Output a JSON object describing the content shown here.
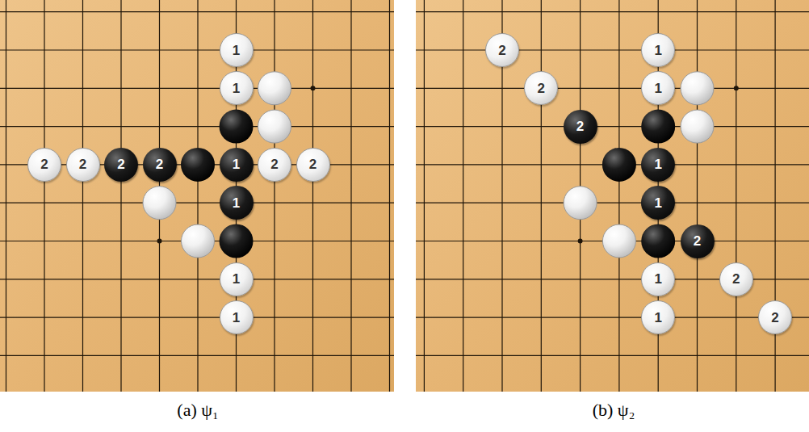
{
  "diagram": {
    "nodes": [
      {
        "text": [
          "1"
        ]
      },
      {
        "text": [
          "1"
        ]
      },
      {
        "text": [
          "2"
        ]
      },
      {
        "text": [
          "2"
        ]
      },
      {
        "text": [
          "2"
        ]
      },
      {
        "text": [
          "2"
        ]
      },
      {
        "text": [
          "1"
        ]
      },
      {
        "text": [
          "2"
        ]
      },
      {
        "text": [
          "2"
        ]
      },
      {
        "text": [
          "1"
        ]
      },
      {
        "text": [
          "1"
        ]
      },
      {
        "text": [
          "1"
        ]
      },
      {
        "text": [
          "2"
        ]
      },
      {
        "text": [
          "1"
        ]
      },
      {
        "text": [
          "2"
        ]
      },
      {
        "text": [
          "1"
        ]
      },
      {
        "text": [
          "2"
        ]
      },
      {
        "text": [
          "1"
        ]
      },
      {
        "text": [
          "1"
        ]
      },
      {
        "text": [
          "2"
        ]
      },
      {
        "text": [
          "1"
        ]
      },
      {
        "text": [
          "2"
        ]
      },
      {
        "text": [
          "1"
        ]
      },
      {
        "text": [
          "2"
        ]
      }
    ],
    "labels": [
      "(a) ψ₁",
      "(b) ψ₂"
    ]
  }
}
